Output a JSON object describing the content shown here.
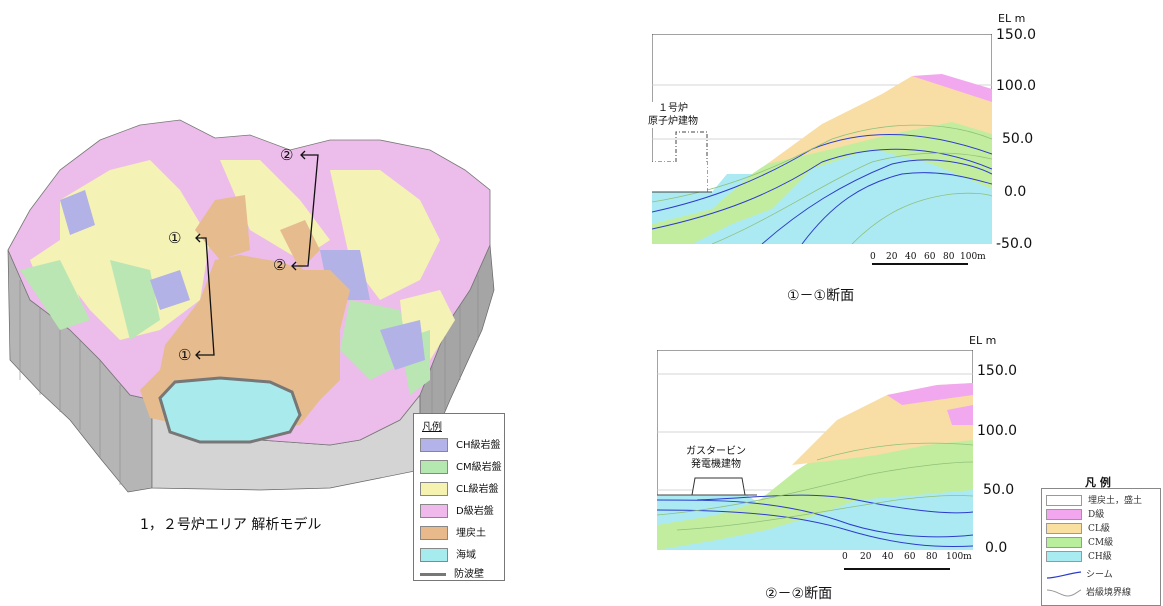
{
  "left_figure": {
    "caption": "1，２号炉エリア 解析モデル",
    "markers": [
      "①",
      "①",
      "②",
      "②"
    ],
    "legend": {
      "title": "凡例",
      "items": [
        {
          "label": "CH級岩盤",
          "color": "#b3b3ea"
        },
        {
          "label": "CM級岩盤",
          "color": "#b5e8b0"
        },
        {
          "label": "CL級岩盤",
          "color": "#f6f3b0"
        },
        {
          "label": "D級岩盤",
          "color": "#f0b9ec"
        },
        {
          "label": "埋戻土",
          "color": "#e7b98b"
        },
        {
          "label": "海域",
          "color": "#a6ecee"
        },
        {
          "label": "防波壁",
          "color": "#777777"
        }
      ]
    }
  },
  "section1": {
    "caption": "①－①断面",
    "unit_label": "EL m",
    "y_ticks": [
      "150.0",
      "100.0",
      "50.0",
      "0.0",
      "-50.0"
    ],
    "building_label_line1": "１号炉",
    "building_label_line2": "原子炉建物",
    "scale_ticks": [
      "0",
      "20",
      "40",
      "60",
      "80",
      "100m"
    ]
  },
  "section2": {
    "caption": "②－②断面",
    "unit_label": "EL m",
    "y_ticks": [
      "150.0",
      "100.0",
      "50.0",
      "0.0"
    ],
    "building_label_line1": "ガスタービン",
    "building_label_line2": "発電機建物",
    "scale_ticks": [
      "0",
      "20",
      "40",
      "60",
      "80",
      "100m"
    ]
  },
  "section_legend": {
    "title": "凡 例",
    "items": [
      {
        "label": "埋戻土，盛土",
        "color": "#ffffff"
      },
      {
        "label": "D級",
        "color": "#f2a6ee"
      },
      {
        "label": "CL級",
        "color": "#f9dfa0"
      },
      {
        "label": "CM級",
        "color": "#b9ee9c"
      },
      {
        "label": "CH級",
        "color": "#a8ecf2"
      }
    ],
    "line_items": [
      {
        "label": "シーム",
        "color": "#2c3ccc"
      },
      {
        "label": "岩級境界線",
        "color": "#999999"
      }
    ]
  }
}
